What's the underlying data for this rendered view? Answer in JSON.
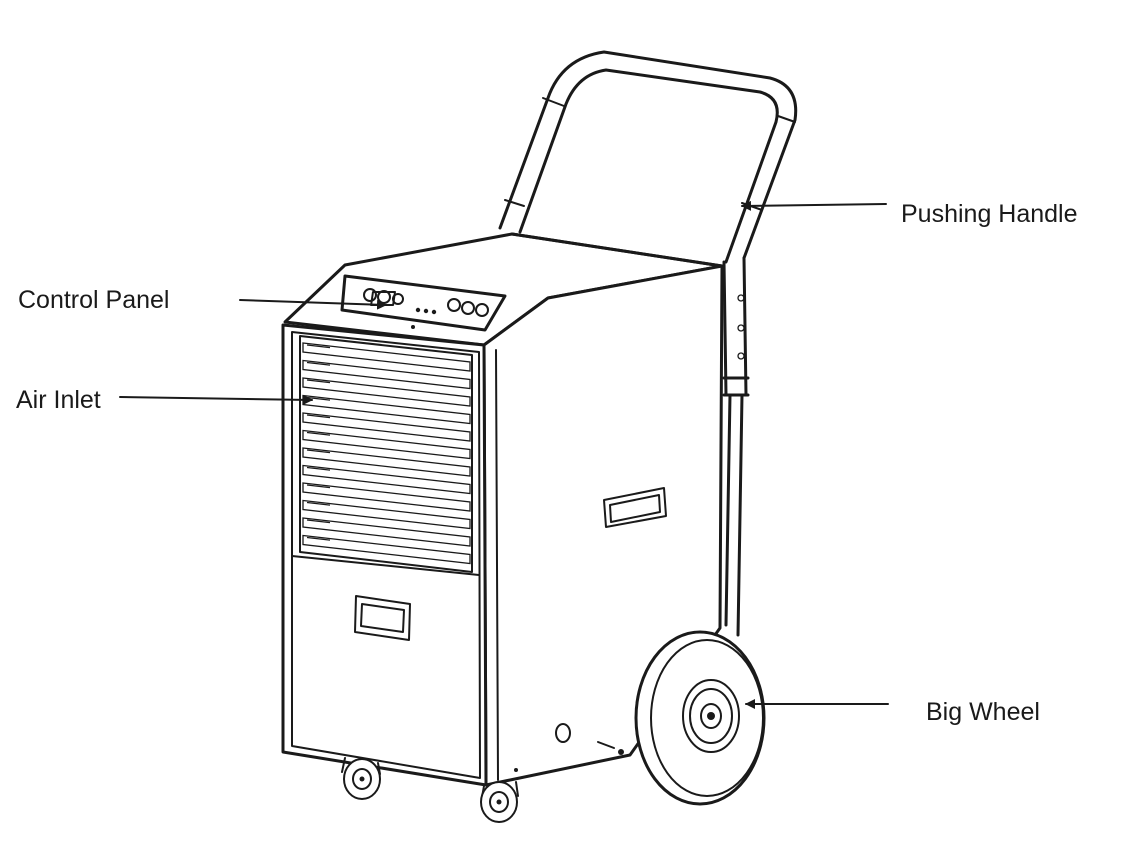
{
  "labels": {
    "control_panel": "Control Panel",
    "air_inlet": "Air Inlet",
    "pushing_handle": "Pushing Handle",
    "big_wheel": "Big Wheel"
  },
  "colors": {
    "line": "#1a1a1a",
    "background": "#ffffff"
  }
}
